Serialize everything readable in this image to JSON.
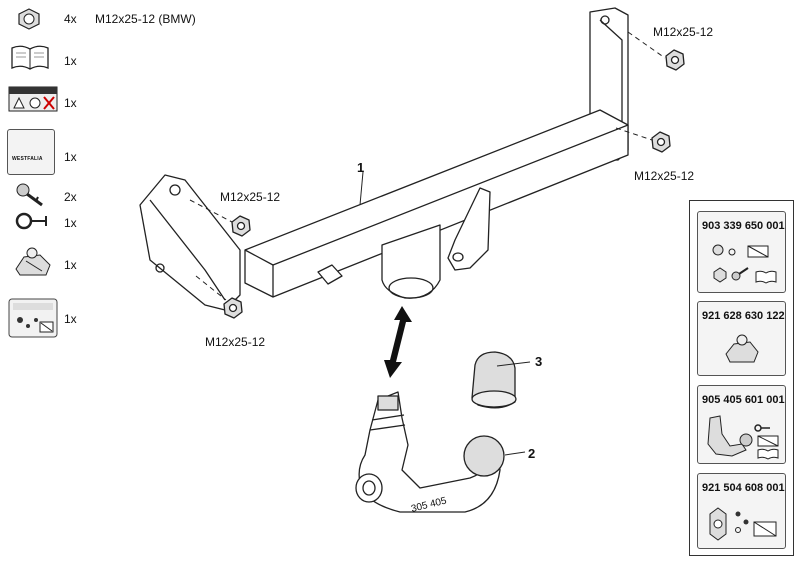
{
  "parts_list": [
    {
      "icon": "nut-icon",
      "qty": "4x",
      "desc": "M12x25-12 (BMW)"
    },
    {
      "icon": "manual-book-icon",
      "qty": "1x",
      "desc": ""
    },
    {
      "icon": "warning-label-icon",
      "qty": "1x",
      "desc": ""
    },
    {
      "icon": "cover-plate-icon",
      "qty": "1x",
      "desc": ""
    },
    {
      "icon": "key-icon",
      "qty": "2x",
      "desc": ""
    },
    {
      "icon": "ring-clip-icon",
      "qty": "1x",
      "desc": ""
    },
    {
      "icon": "ball-cover-bag-icon",
      "qty": "1x",
      "desc": ""
    },
    {
      "icon": "instruction-card-icon",
      "qty": "1x",
      "desc": ""
    }
  ],
  "brand_label": "WESTFALIA",
  "main_diagram": {
    "callouts": [
      "M12x25-12",
      "M12x25-12",
      "M12x25-12",
      "M12x25-12"
    ],
    "part_numbers": [
      "1",
      "2",
      "3"
    ],
    "ball_marking": "305 405"
  },
  "kits": [
    {
      "part_no": "903 339 650 001"
    },
    {
      "part_no": "921 628 630 122"
    },
    {
      "part_no": "905 405 601 001"
    },
    {
      "part_no": "921 504 608 001"
    }
  ]
}
